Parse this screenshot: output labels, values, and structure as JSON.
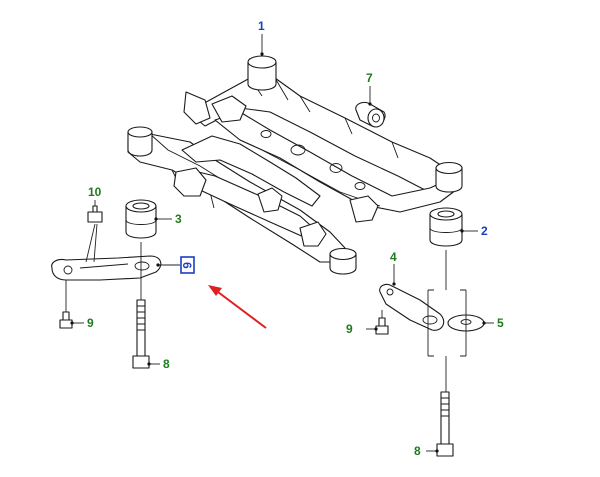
{
  "callouts": {
    "c1": "1",
    "c2": "2",
    "c3": "3",
    "c4": "4",
    "c5": "5",
    "c6": "6",
    "c7": "7",
    "c8a": "8",
    "c8b": "8",
    "c9a": "9",
    "c9b": "9",
    "c10": "10"
  },
  "colors": {
    "main_part_label": "#1a3fbf",
    "hardware_label": "#1f7a1f",
    "highlight_arrow": "#e02020"
  }
}
